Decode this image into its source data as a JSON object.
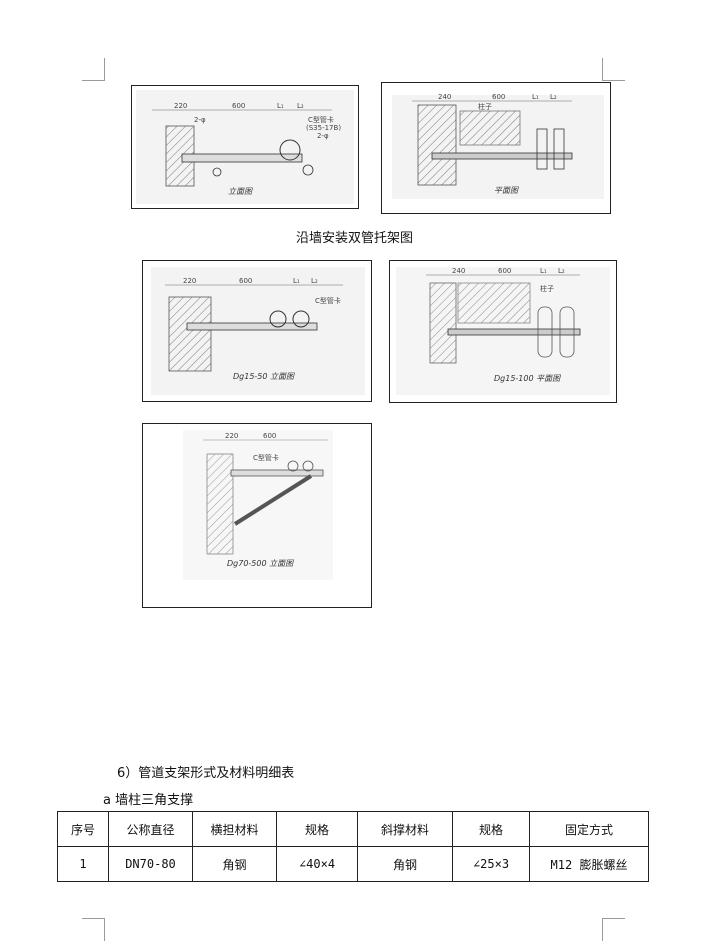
{
  "figure_caption": "沿墙安装双管托架图",
  "section_heading": "6）管道支架形式及材料明细表",
  "sub_heading": "a 墙柱三角支撑",
  "table": {
    "headers": [
      "序号",
      "公称直径",
      "横担材料",
      "规格",
      "斜撑材料",
      "规格",
      "固定方式"
    ],
    "rows": [
      [
        "1",
        "DN70-80",
        "角钢",
        "∠40×4",
        "角钢",
        "∠25×3",
        "M12 膨胀螺丝"
      ]
    ]
  },
  "drawings": {
    "d1": {
      "dims": [
        "220",
        "600",
        "L₁",
        "L₂"
      ],
      "labels": [
        "C型管卡",
        "(S35-17B)",
        "2-φ",
        "2-φ"
      ],
      "caption": "立面图"
    },
    "d2": {
      "dims": [
        "240",
        "600",
        "L₁",
        "L₂"
      ],
      "labels": [
        "柱子"
      ],
      "caption": "平面图"
    },
    "d3": {
      "dims": [
        "220",
        "600",
        "L₁",
        "L₂"
      ],
      "labels": [
        "C型管卡"
      ],
      "caption": "Dg15-50 立面图"
    },
    "d4": {
      "dims": [
        "240",
        "600",
        "L₁",
        "L₂"
      ],
      "labels": [
        "柱子"
      ],
      "caption": "Dg15-100 平面图"
    },
    "d5": {
      "dims": [
        "220",
        "600"
      ],
      "labels": [
        "C型管卡"
      ],
      "caption": "Dg70-500 立面图"
    }
  }
}
